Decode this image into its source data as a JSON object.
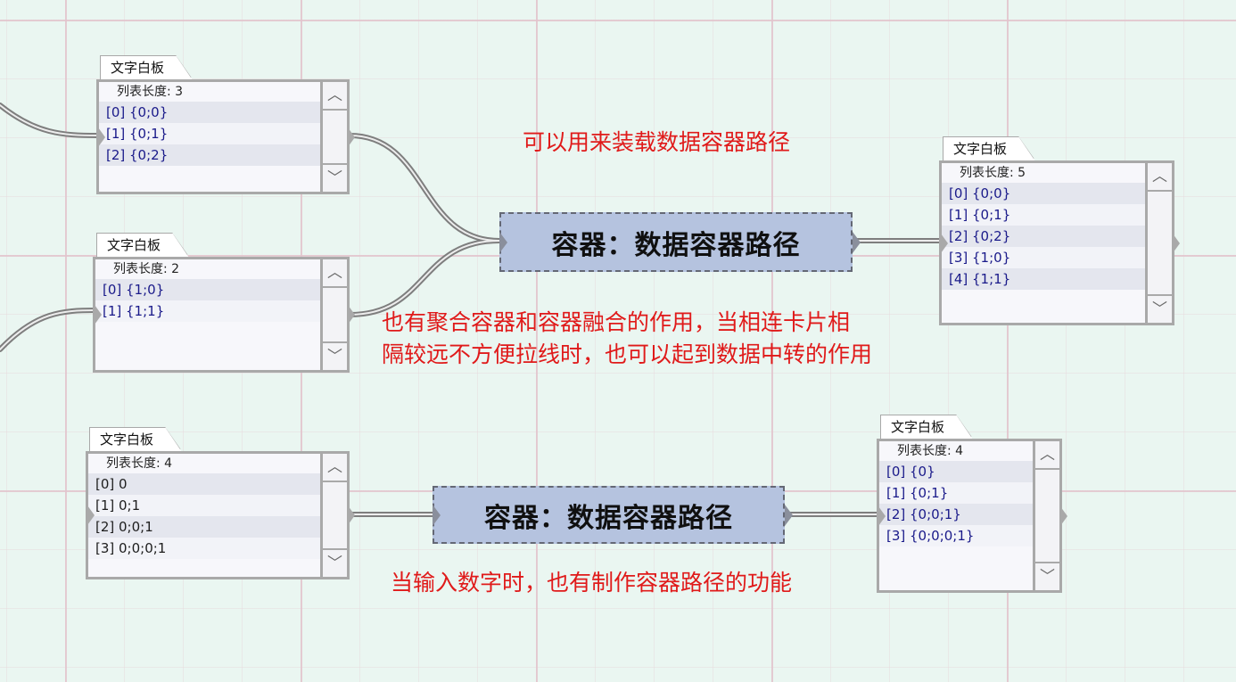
{
  "panels": [
    {
      "tab_label": "文字白板",
      "header": "列表长度: 3",
      "items": [
        "[0] {0;0}",
        "[1] {0;1}",
        "[2] {0;2}"
      ]
    },
    {
      "tab_label": "文字白板",
      "header": "列表长度: 2",
      "items": [
        "[0] {1;0}",
        "[1] {1;1}"
      ]
    },
    {
      "tab_label": "文字白板",
      "header": "列表长度: 5",
      "items": [
        "[0] {0;0}",
        "[1] {0;1}",
        "[2] {0;2}",
        "[3] {1;0}",
        "[4] {1;1}"
      ]
    },
    {
      "tab_label": "文字白板",
      "header": "列表长度: 4",
      "items": [
        "[0] 0",
        "[1] 0;1",
        "[2] 0;0;1",
        "[3] 0;0;0;1"
      ]
    },
    {
      "tab_label": "文字白板",
      "header": "列表长度: 4",
      "items": [
        "[0] {0}",
        "[1] {0;1}",
        "[2] {0;0;1}",
        "[3] {0;0;0;1}"
      ]
    }
  ],
  "components": [
    {
      "label": "容器：数据容器路径"
    },
    {
      "label": "容器：数据容器路径"
    }
  ],
  "annotations": {
    "top": "可以用来装载数据容器路径",
    "middle_line1": "也有聚合容器和容器融合的作用，当相连卡片相",
    "middle_line2": "隔较远不方便拉线时，也可以起到数据中转的作用",
    "bottom": "当输入数字时，也有制作容器路径的功能"
  },
  "scroll_icons": {
    "up": "chevron-up-icon",
    "down": "chevron-down-icon"
  },
  "colors": {
    "canvas": "#eaf6f1",
    "grid": "#e2c4cd",
    "annotation": "#e01a1a",
    "component_fill": "#b5c3df",
    "item_blue": "#1a1a8a",
    "panel_border": "#a9a9a9"
  }
}
